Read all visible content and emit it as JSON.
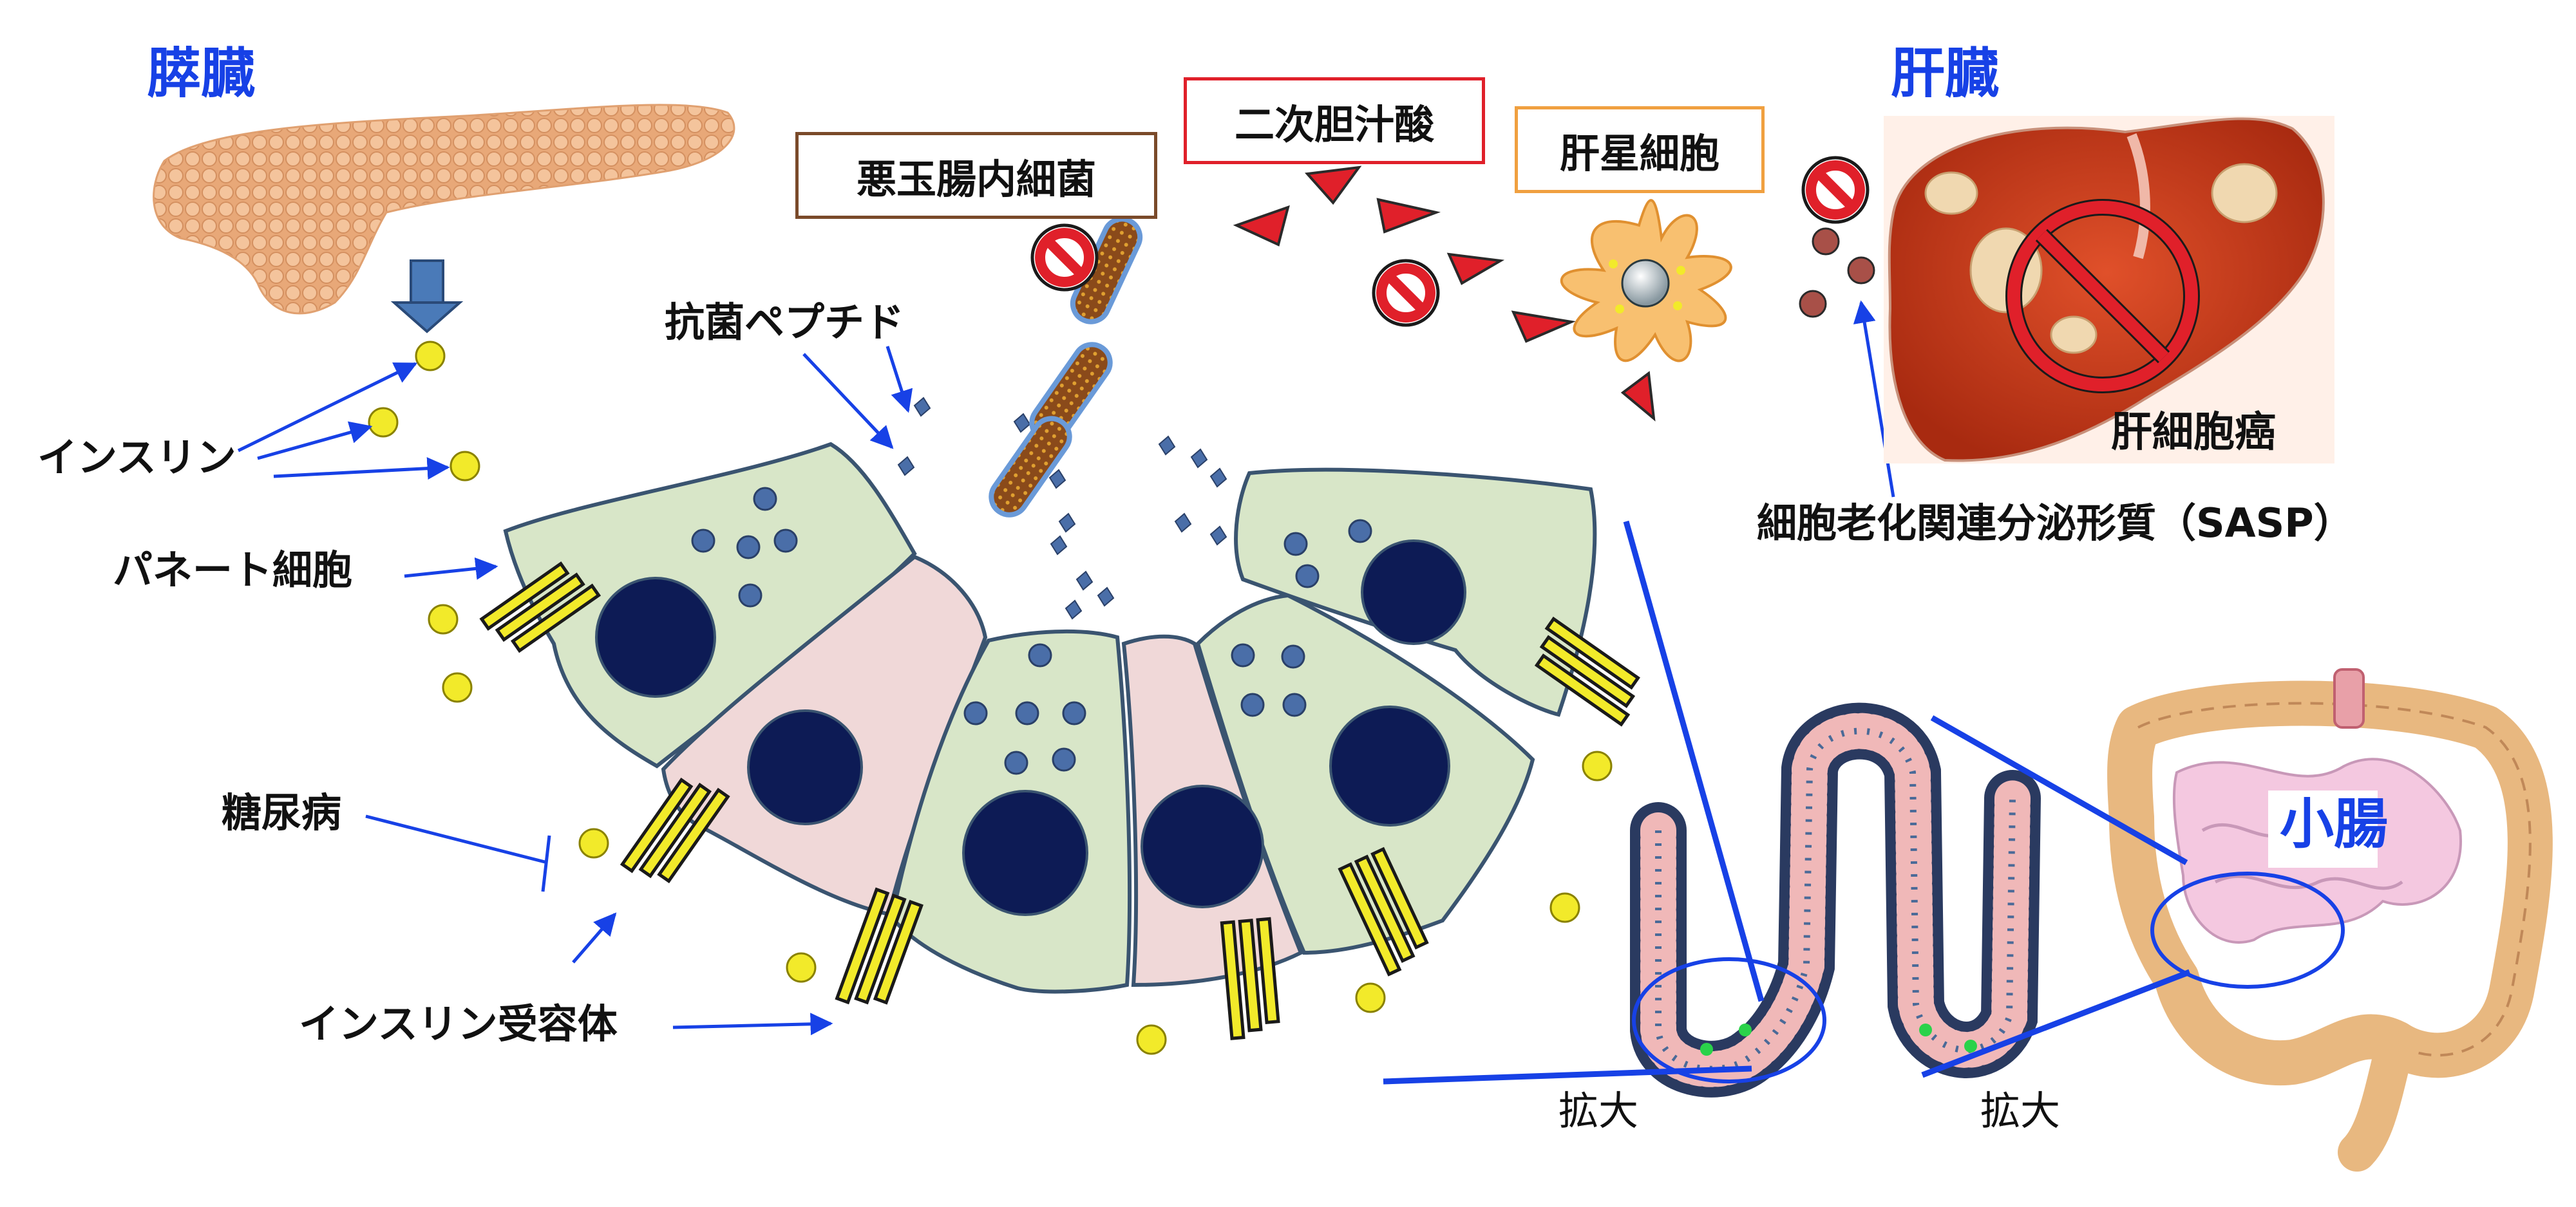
{
  "labels": {
    "pancreas": "膵臓",
    "liver": "肝臓",
    "insulin": "インスリン",
    "paneth": "パネート細胞",
    "diabetes": "糖尿病",
    "insulin_receptor": "インスリン受容体",
    "antimicrobial": "抗菌ペプチド",
    "bad_bacteria": "悪玉腸内細菌",
    "secondary_bile_acid": "二次胆汁酸",
    "stellate": "肝星細胞",
    "hcc": "肝細胞癌",
    "sasp": "細胞老化関連分泌形質（SASP）",
    "small_intestine": "小腸",
    "enlarge_1": "拡大",
    "enlarge_2": "拡大"
  },
  "colors": {
    "title_blue": "#1741e6",
    "arrow_blue": "#1741e6",
    "box_bacteria": "#7a4a2a",
    "box_bile": "#e0202a",
    "box_stellate": "#f0a040",
    "cell_green": "#d8e6c8",
    "cell_pink": "#f0d8d8",
    "nucleus": "#0d1b55",
    "insulin_yellow": "#f2ea2a",
    "prohibit_red": "#e0202a"
  },
  "icons": {
    "pancreas": "pancreas-illustration",
    "liver": "liver-tumor-illustration",
    "stellate": "stellate-cell-icon",
    "bacteria": "rod-bacteria-icon",
    "prohibit": "prohibit-icon",
    "colon": "colon-illustration",
    "villi": "intestinal-villi-illustration"
  }
}
